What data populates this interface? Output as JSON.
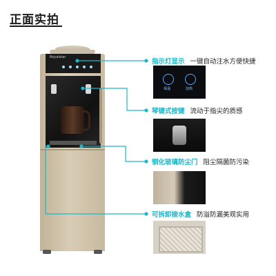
{
  "title": "正面实拍",
  "brand": "Royalstar",
  "accent_color": "#1bb7c9",
  "features": [
    {
      "highlight": "指示灯显示",
      "description": "一键自动注水方便快捷"
    },
    {
      "highlight": "琴键式按键",
      "description": "流动于指尖的质感"
    },
    {
      "highlight": "钢化玻璃防尘门",
      "description": "阻尘隔菌防污染"
    },
    {
      "highlight": "可拆卸接水盒",
      "description": "防溢防漏美观实用"
    }
  ],
  "thumb_labels": [
    "保温",
    "加热"
  ],
  "icons": [
    "indicator-light-icon",
    "water-drop-icon"
  ]
}
